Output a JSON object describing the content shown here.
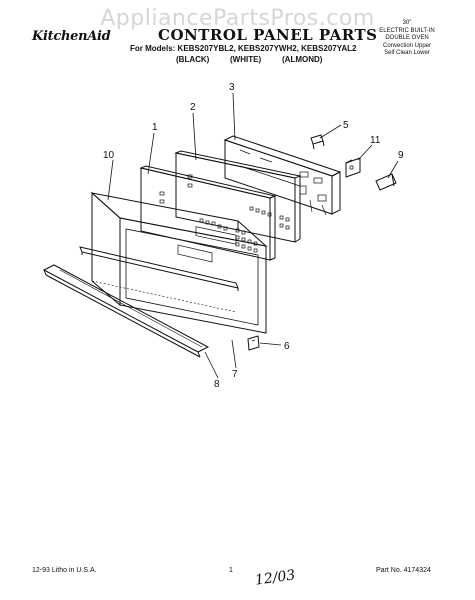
{
  "watermark": "AppliancePartsPros.com",
  "brand": "KitchenAid",
  "title": "CONTROL PANEL PARTS",
  "models": "For Models: KEBS207YBL2, KEBS207YWH2, KEBS207YAL2",
  "variants": [
    "(BLACK)",
    "(WHITE)",
    "(ALMOND)"
  ],
  "description": [
    "30\"",
    "ELECTRIC BUILT-IN",
    "DOUBLE OVEN",
    "Convection Upper",
    "Self Clean Lower"
  ],
  "callouts": [
    "1",
    "2",
    "3",
    "5",
    "6",
    "7",
    "8",
    "9",
    "10",
    "11"
  ],
  "footer": {
    "left": "12-93 Litho in U.S.A.",
    "page": "1",
    "part": "Part No. 4174324",
    "handwritten": "12/03"
  }
}
